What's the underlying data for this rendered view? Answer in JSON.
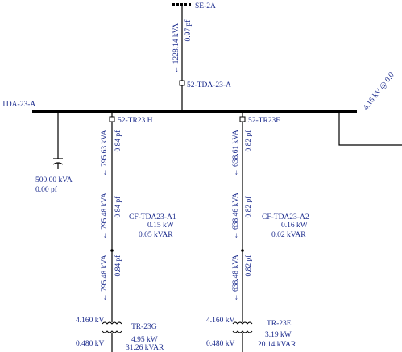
{
  "source_bus": {
    "name": "SE-2A"
  },
  "incomer": {
    "flow_kva": "1228.14 kVA",
    "pf": "0.97 pf",
    "arrow": "←",
    "breaker": "52-TDA-23-A"
  },
  "main_bus": {
    "name": "TDA-23-A",
    "voltage": "4.16 kV @ 0.0"
  },
  "capacitor": {
    "kva": "500.00 kVA",
    "pf": "0.00 pf"
  },
  "feeders": [
    {
      "breaker": "52-TR23 H",
      "seg1": {
        "kva": "795.63 kVA",
        "pf": "0.84 pf",
        "arrow": "←"
      },
      "seg2": {
        "kva": "795.48 kVA",
        "pf": "0.84 pf",
        "arrow": "←"
      },
      "cable": {
        "name": "CF-TDA23-A1",
        "kw": "0.15 kW",
        "kvar": "0.05 kVAR"
      },
      "seg3": {
        "kva": "795.48 kVA",
        "pf": "0.84 pf",
        "arrow": "←"
      },
      "transformer": {
        "name": "TR-23G",
        "kv_primary": "4.160 kV",
        "kv_secondary": "0.480 kV",
        "kw": "4.95 kW",
        "kvar": "31.26 kVAR"
      }
    },
    {
      "breaker": "52-TR23E",
      "seg1": {
        "kva": "638.61 kVA",
        "pf": "0.82 pf",
        "arrow": "←"
      },
      "seg2": {
        "kva": "638.46 kVA",
        "pf": "0.82 pf",
        "arrow": "←"
      },
      "cable": {
        "name": "CF-TDA23-A2",
        "kw": "0.16 kW",
        "kvar": "0.02 kVAR"
      },
      "seg3": {
        "kva": "638.48 kVA",
        "pf": "0.82 pf",
        "arrow": "←"
      },
      "transformer": {
        "name": "TR-23E",
        "kv_primary": "4.160 kV",
        "kv_secondary": "0.480 kV",
        "kw": "3.19 kW",
        "kvar": "20.14 kVAR"
      }
    }
  ],
  "colors": {
    "line": "#000000",
    "label": "#1a2a8c"
  }
}
